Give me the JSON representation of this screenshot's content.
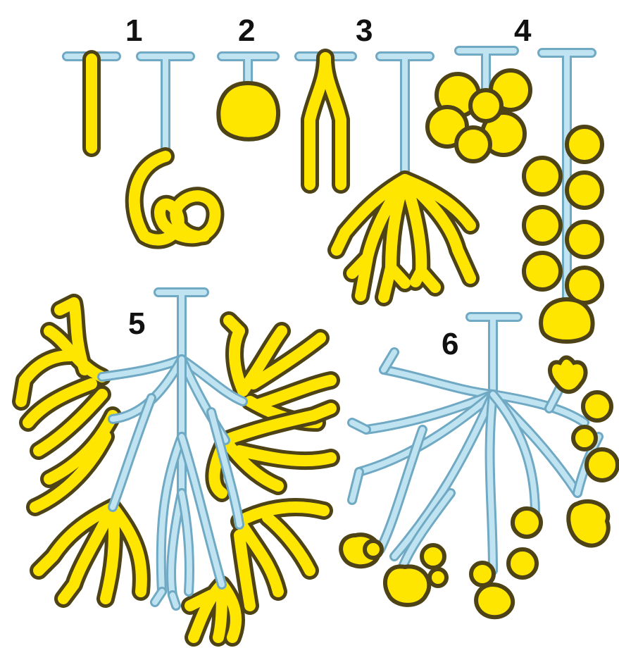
{
  "figure": {
    "labels": [
      "1",
      "2",
      "3",
      "4",
      "5",
      "6"
    ],
    "colors": {
      "secretory_fill": "#FFE600",
      "secretory_outline": "#4E4316",
      "duct_fill": "#BFE3F0",
      "duct_outline": "#6FA9C4",
      "background": "#FFFFFF"
    }
  }
}
